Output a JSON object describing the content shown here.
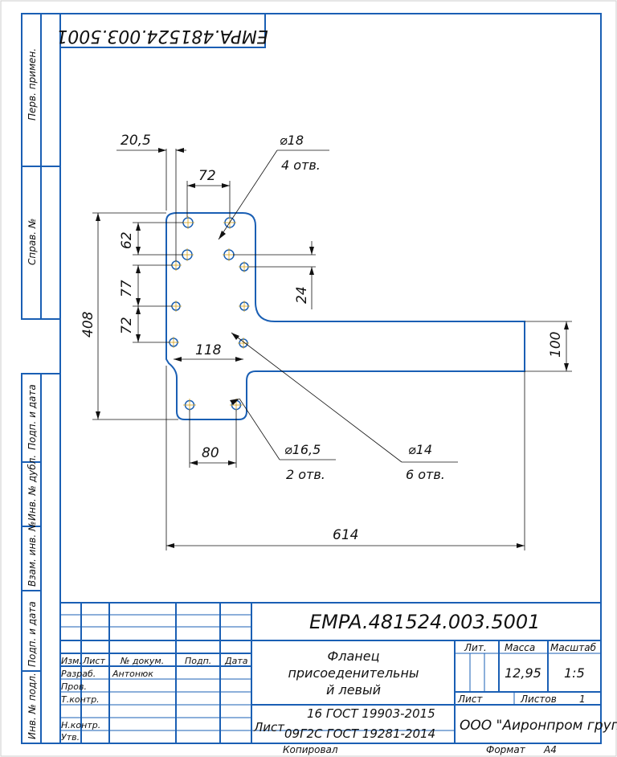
{
  "designation": "EMPA.481524.003.5001",
  "designation_rotated": "EMPA.481524.003.5001",
  "side_labels": {
    "perv_primen": "Перв. примен.",
    "sprav_no": "Справ. №",
    "podp_data_1": "Подп. и дата",
    "inv_dubl": "Инв. № дубл.",
    "vzam_inv": "Взам. инв. №",
    "podp_data_2": "Подп. и дата",
    "inv_podl": "Инв. № подл."
  },
  "dimensions": {
    "d_20_5": "20,5",
    "d_72_top": "72",
    "d_62": "62",
    "d_77": "77",
    "d_72_left": "72",
    "d_408": "408",
    "d_118": "118",
    "d_24": "24",
    "d_100": "100",
    "d_80": "80",
    "d_614": "614"
  },
  "callouts": {
    "c1_dia": "⌀18",
    "c1_qty": "4 отв.",
    "c2_dia": "⌀16,5",
    "c2_qty": "2 отв.",
    "c3_dia": "⌀14",
    "c3_qty": "6 отв."
  },
  "title_block": {
    "hdr_izm": "Изм.",
    "hdr_list": "Лист",
    "hdr_docum": "№ докум.",
    "hdr_podp": "Подп.",
    "hdr_data": "Дата",
    "razrab_label": "Разраб.",
    "razrab_name": "Антонюк",
    "prov_label": "Пров.",
    "tkontr_label": "Т.контр.",
    "nkontr_label": "Н.контр.",
    "utv_label": "Утв.",
    "name_line1": "Фланец",
    "name_line2": "присоеденительны",
    "name_line3": "й левый",
    "lit_label": "Лит.",
    "massa_label": "Масса",
    "masshtab_label": "Масштаб",
    "massa_value": "12,95",
    "masshtab_value": "1:5",
    "list_label": "Лист",
    "listov_label": "Листов",
    "listov_value": "1",
    "material_line1": "16 ГОСТ 19903-2015",
    "material_prefix": "Лист",
    "material_line2": "09Г2С ГОСТ 19281-2014",
    "company": "ООО \"Аиронпром групп\"",
    "kopiroval": "Копировал",
    "format_label": "Формат",
    "format_value": "А4"
  },
  "colors": {
    "frame": "#1a5fb4",
    "center_marks": "#d4a017",
    "text": "#111111"
  }
}
